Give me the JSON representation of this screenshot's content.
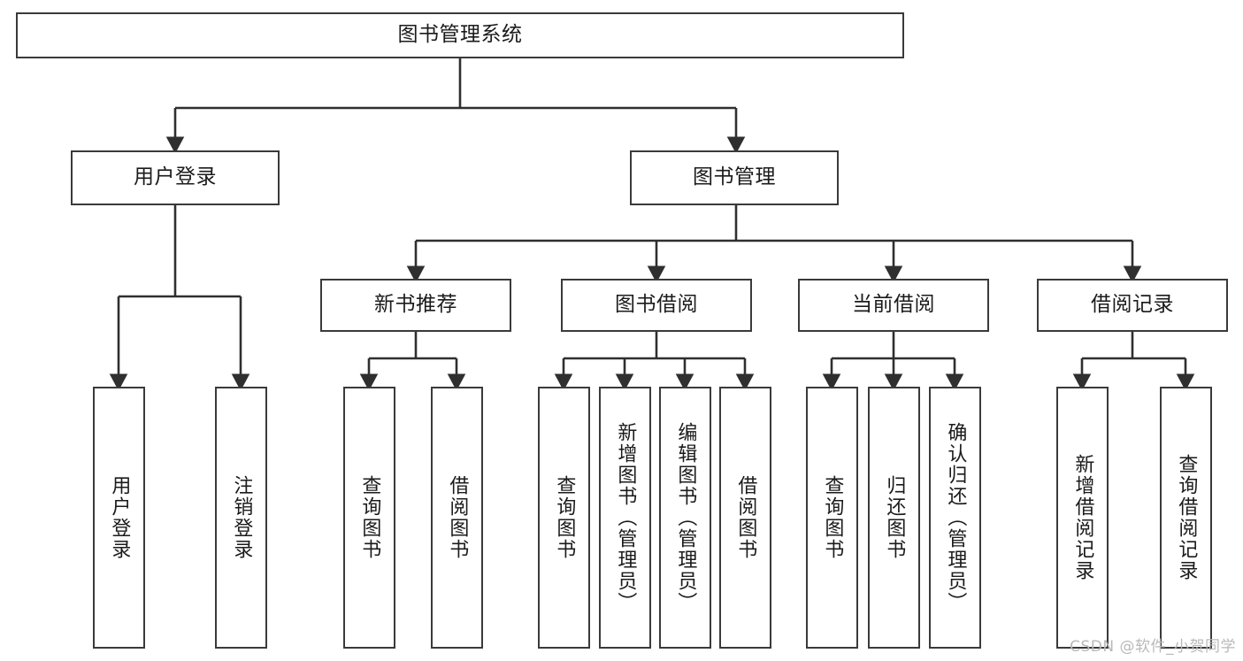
{
  "diagram": {
    "title": "图书管理系统",
    "type": "tree-hierarchy-chart",
    "colors": {
      "box_border": "#3a3a3a",
      "box_fill": "#ffffff",
      "connector": "#2f2f2f",
      "text": "#1b1b1b",
      "watermark": "#b9b9b9",
      "background": "#ffffff"
    },
    "root": {
      "label": "图书管理系统",
      "orientation": "horizontal"
    },
    "level2": [
      {
        "label": "用户登录",
        "orientation": "horizontal"
      },
      {
        "label": "图书管理",
        "orientation": "horizontal"
      }
    ],
    "level3": [
      {
        "label": "新书推荐",
        "orientation": "horizontal"
      },
      {
        "label": "图书借阅",
        "orientation": "horizontal"
      },
      {
        "label": "当前借阅",
        "orientation": "horizontal"
      },
      {
        "label": "借阅记录",
        "orientation": "horizontal"
      }
    ],
    "leaves": {
      "user_login": [
        {
          "label": "用户登录",
          "orientation": "vertical"
        },
        {
          "label": "注销登录",
          "orientation": "vertical"
        }
      ],
      "new_book_recommend": [
        {
          "label": "查询图书",
          "orientation": "vertical"
        },
        {
          "label": "借阅图书",
          "orientation": "vertical"
        }
      ],
      "book_borrow": [
        {
          "label": "查询图书",
          "orientation": "vertical"
        },
        {
          "label": "新增图书（管理员）",
          "orientation": "vertical"
        },
        {
          "label": "编辑图书（管理员）",
          "orientation": "vertical"
        },
        {
          "label": "借阅图书",
          "orientation": "vertical"
        }
      ],
      "current_borrow": [
        {
          "label": "查询图书",
          "orientation": "vertical"
        },
        {
          "label": "归还图书",
          "orientation": "vertical"
        },
        {
          "label": "确认归还（管理员）",
          "orientation": "vertical"
        }
      ],
      "borrow_record": [
        {
          "label": "新增借阅记录",
          "orientation": "vertical"
        },
        {
          "label": "查询借阅记录",
          "orientation": "vertical"
        }
      ]
    }
  },
  "watermark": {
    "text": "CSDN @软件_小贺同学"
  }
}
